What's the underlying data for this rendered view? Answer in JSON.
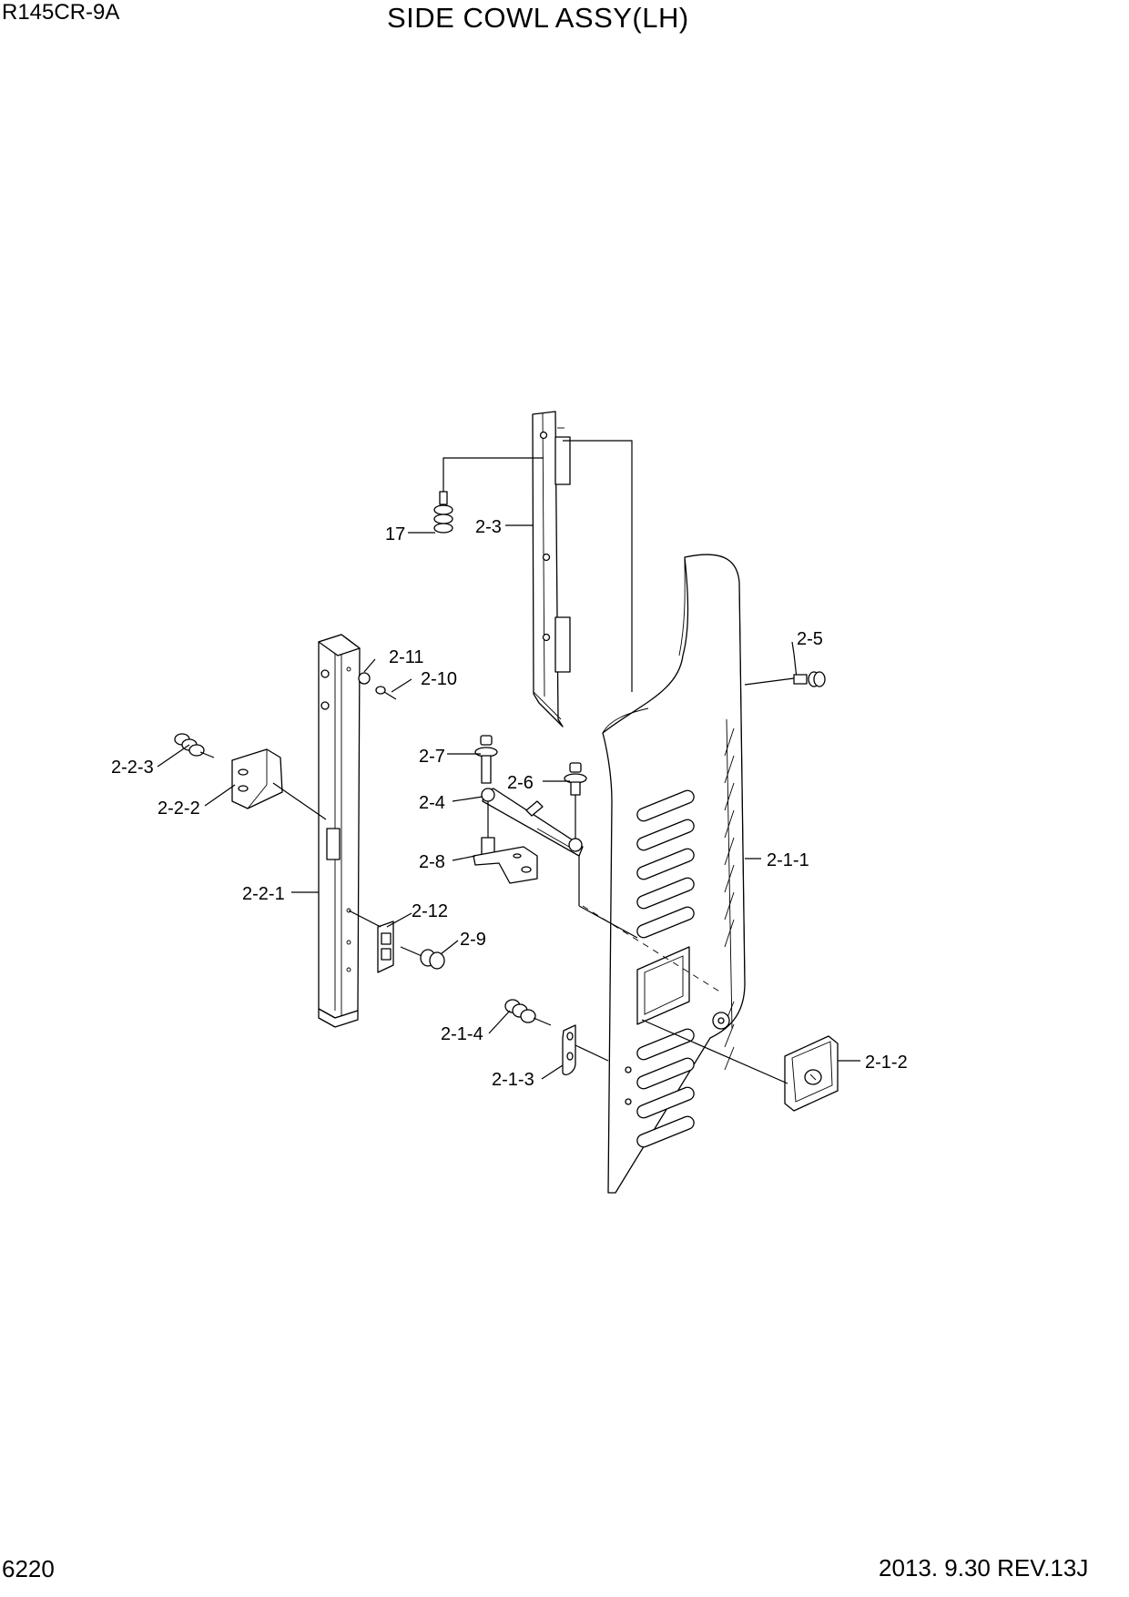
{
  "header": {
    "model": "R145CR-9A",
    "title": "SIDE COWL ASSY(LH)"
  },
  "footer": {
    "page_number": "6220",
    "revision": "2013. 9.30  REV.13J"
  },
  "callouts": {
    "c17": "17",
    "c2_3": "2-3",
    "c2_5": "2-5",
    "c2_11": "2-11",
    "c2_10": "2-10",
    "c2_2_3": "2-2-3",
    "c2_2_2": "2-2-2",
    "c2_7": "2-7",
    "c2_6": "2-6",
    "c2_4": "2-4",
    "c2_8": "2-8",
    "c2_1_1": "2-1-1",
    "c2_2_1": "2-2-1",
    "c2_12": "2-12",
    "c2_9": "2-9",
    "c2_1_4": "2-1-4",
    "c2_1_3": "2-1-3",
    "c2_1_2": "2-1-2"
  }
}
